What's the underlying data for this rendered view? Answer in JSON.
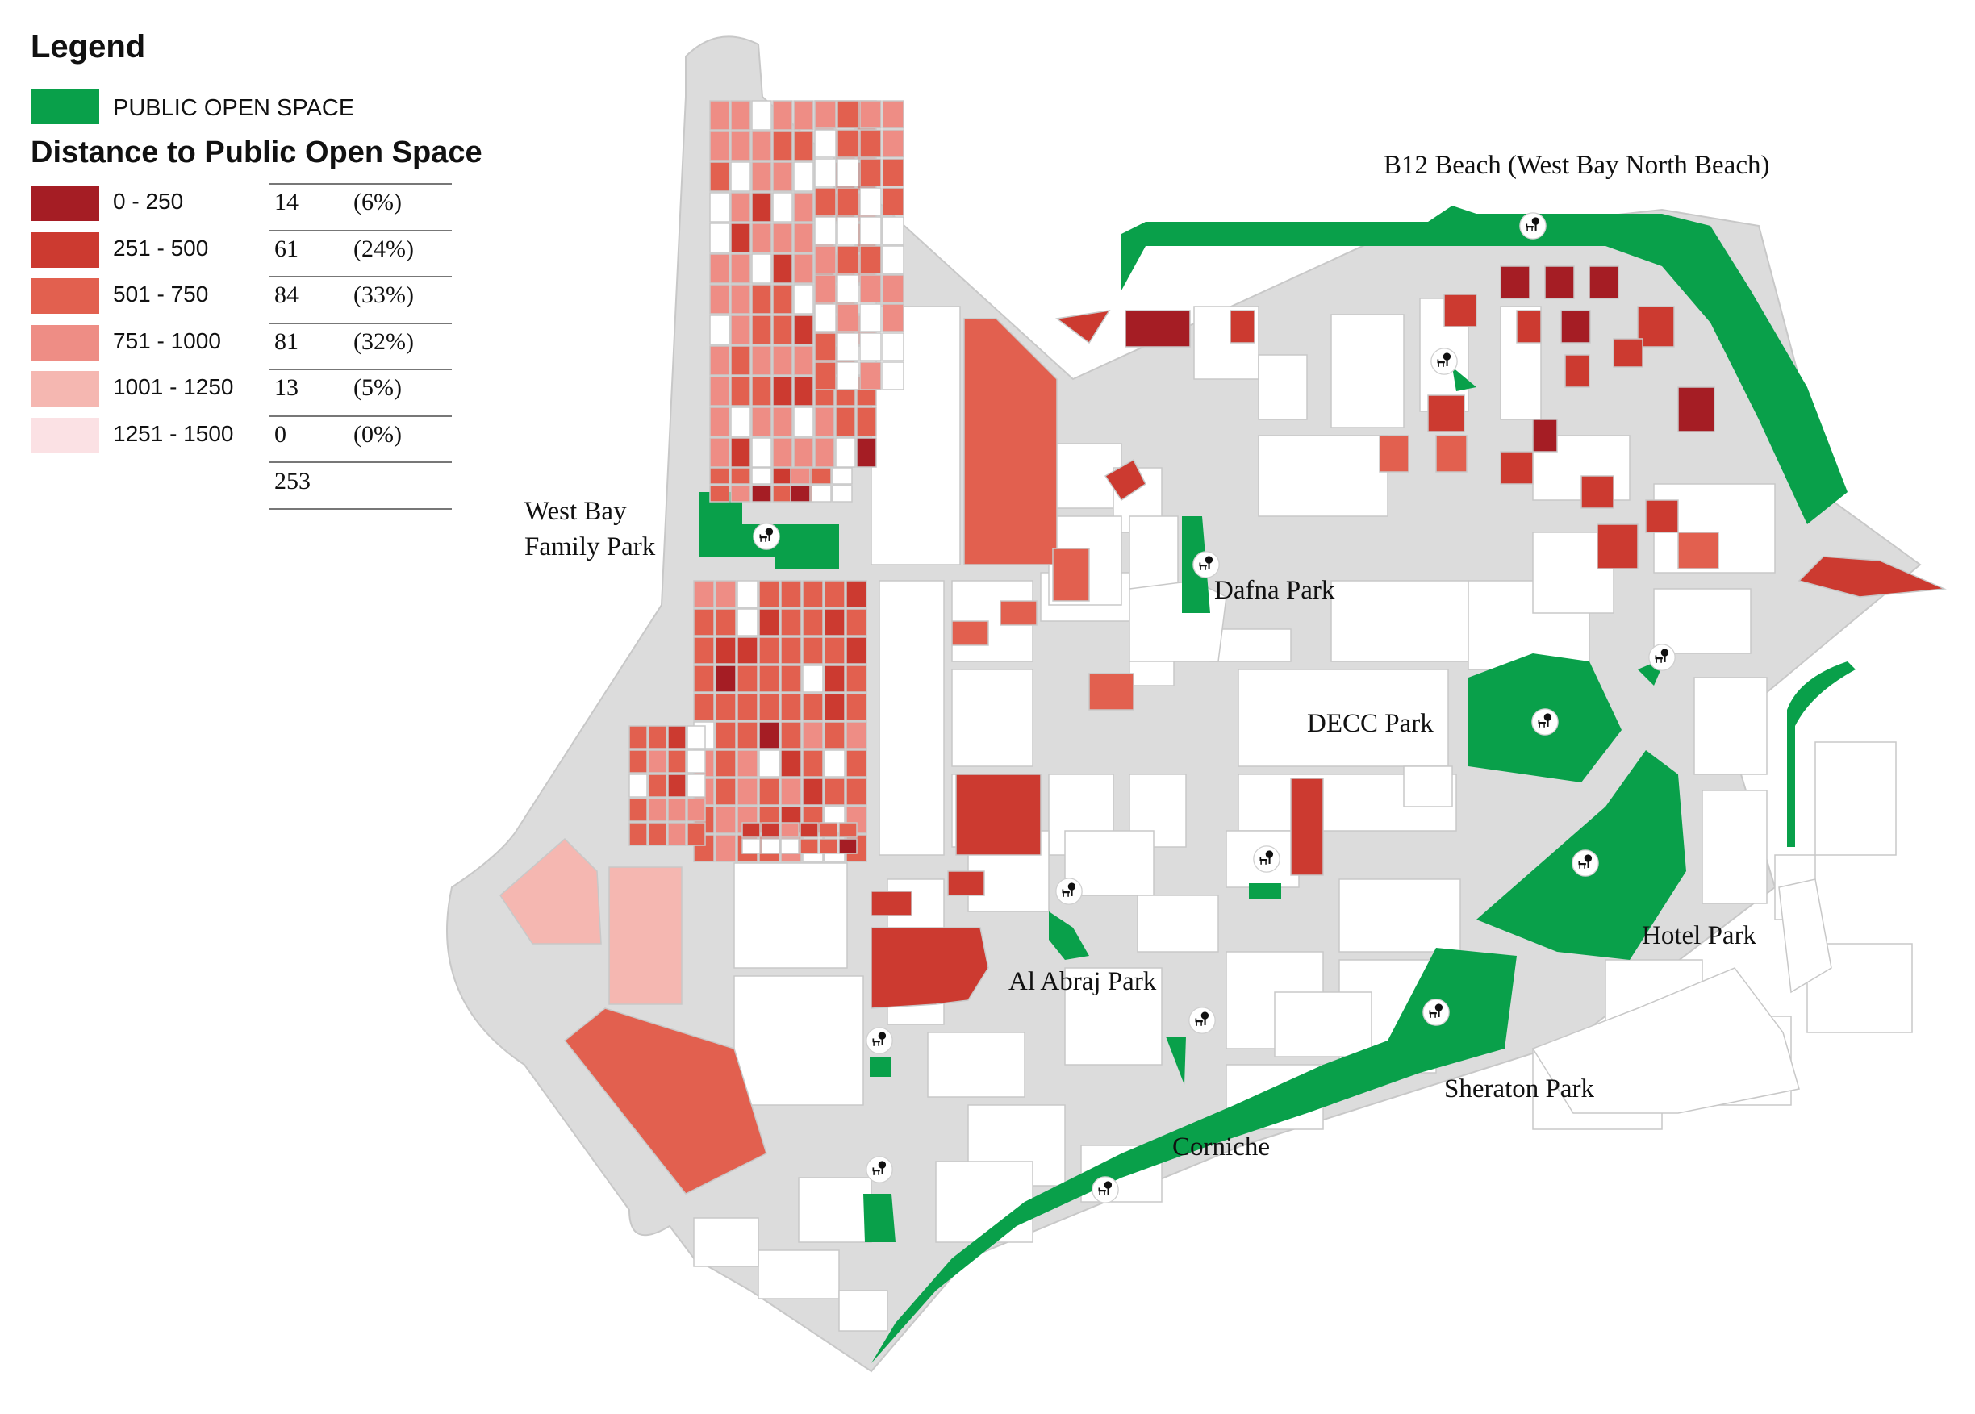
{
  "legend": {
    "title": "Legend",
    "open_space_label": "PUBLIC OPEN SPACE",
    "distance_title": "Distance to Public Open Space",
    "classes": [
      {
        "range": "0 - 250",
        "count": "14",
        "percent": "(6%)",
        "color": "#a51d24"
      },
      {
        "range": "251 - 500",
        "count": "61",
        "percent": "(24%)",
        "color": "#cc3a30"
      },
      {
        "range": "501 - 750",
        "count": "84",
        "percent": "(33%)",
        "color": "#e2604f"
      },
      {
        "range": "751 - 1000",
        "count": "81",
        "percent": "(32%)",
        "color": "#ee8d85"
      },
      {
        "range": "1001 - 1250",
        "count": "13",
        "percent": "(5%)",
        "color": "#f5b7b1"
      },
      {
        "range": "1251 - 1500",
        "count": "0",
        "percent": "(0%)",
        "color": "#fbe1e4"
      }
    ],
    "total": "253"
  },
  "colors": {
    "open_space": "#09a04a",
    "road": "#dcdcdc",
    "parcel": "#ffffff",
    "outline": "#c8c8c8"
  },
  "parks": {
    "west_bay_family_park": "West Bay\nFamily Park",
    "b12_beach": "B12 Beach (West Bay North Beach)",
    "dafna_park": "Dafna Park",
    "decc_park": "DECC Park",
    "hotel_park": "Hotel Park",
    "al_abraj_park": "Al Abraj Park",
    "sheraton_park": "Sheraton Park",
    "corniche": "Corniche"
  },
  "icons": {
    "park_marker": "park-bench-tree-icon"
  }
}
